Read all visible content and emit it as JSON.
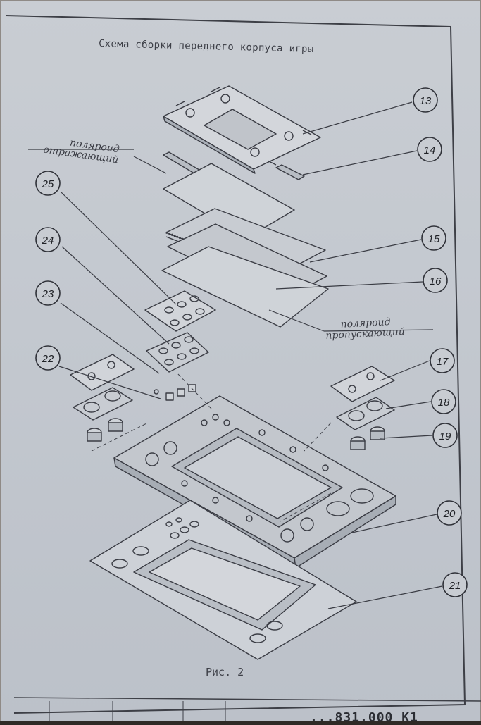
{
  "title": "Схема сборки переднего корпуса игры",
  "caption": "Рис. 2",
  "labels": {
    "polaroid_reflecting_1": "поляроид",
    "polaroid_reflecting_2": "отражающий",
    "polaroid_transmitting_1": "поляроид",
    "polaroid_transmitting_2": "пропускающий"
  },
  "callouts": [
    "13",
    "14",
    "15",
    "16",
    "17",
    "18",
    "19",
    "20",
    "21",
    "22",
    "23",
    "24",
    "25"
  ],
  "footer_code": "...831.000 К1",
  "colors": {
    "paper": "#c5cad1",
    "ink": "#3a3c44",
    "frame": "#2b2d33"
  }
}
